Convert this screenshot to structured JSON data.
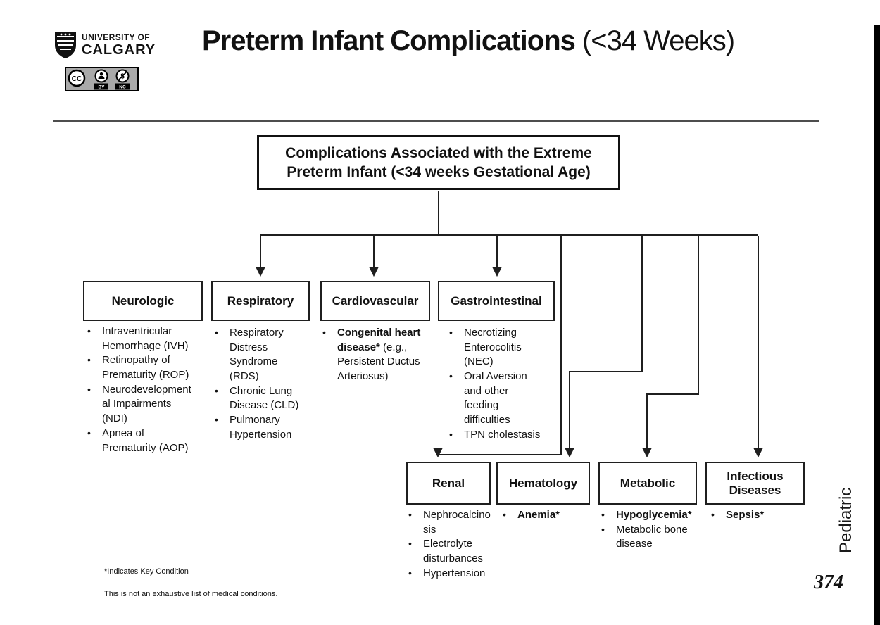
{
  "header": {
    "university": {
      "line1": "UNIVERSITY OF",
      "line2": "CALGARY"
    },
    "license": {
      "cc": "CC",
      "by": "BY",
      "nc": "NC"
    },
    "title": {
      "bold": "Preterm Infant Complications",
      "regular": " (<34 Weeks)"
    }
  },
  "root_box": {
    "label": "Complications Associated with the Extreme Preterm Infant (<34 weeks Gestational Age)"
  },
  "categories": [
    {
      "label": "Neurologic",
      "items": [
        {
          "parts": [
            {
              "text": "Intraventricular Hemorrhage (IVH)",
              "bold": false
            }
          ]
        },
        {
          "parts": [
            {
              "text": "Retinopathy of Prematurity (ROP)",
              "bold": false
            }
          ]
        },
        {
          "parts": [
            {
              "text": "Neurodevelopmental Impairments (NDI)",
              "bold": false
            }
          ]
        },
        {
          "parts": [
            {
              "text": "Apnea of Prematurity (AOP)",
              "bold": false
            }
          ]
        }
      ]
    },
    {
      "label": "Respiratory",
      "items": [
        {
          "parts": [
            {
              "text": "Respiratory Distress Syndrome (RDS)",
              "bold": false
            }
          ]
        },
        {
          "parts": [
            {
              "text": "Chronic Lung Disease (CLD)",
              "bold": false
            }
          ]
        },
        {
          "parts": [
            {
              "text": "Pulmonary Hypertension",
              "bold": false
            }
          ]
        }
      ]
    },
    {
      "label": "Cardiovascular",
      "items": [
        {
          "parts": [
            {
              "text": "Congenital heart disease*",
              "bold": true
            },
            {
              "text": " (e.g., Persistent Ductus Arteriosus)",
              "bold": false
            }
          ]
        }
      ]
    },
    {
      "label": "Gastrointestinal",
      "items": [
        {
          "parts": [
            {
              "text": "Necrotizing Enterocolitis (NEC)",
              "bold": false
            }
          ]
        },
        {
          "parts": [
            {
              "text": "Oral Aversion and other feeding difficulties",
              "bold": false
            }
          ]
        },
        {
          "parts": [
            {
              "text": "TPN cholestasis",
              "bold": false
            }
          ]
        }
      ]
    },
    {
      "label": "Renal",
      "items": [
        {
          "parts": [
            {
              "text": "Nephrocalcinosis",
              "bold": false
            }
          ]
        },
        {
          "parts": [
            {
              "text": "Electrolyte disturbances",
              "bold": false
            }
          ]
        },
        {
          "parts": [
            {
              "text": "Hypertension",
              "bold": false
            }
          ]
        }
      ]
    },
    {
      "label": "Hematology",
      "items": [
        {
          "parts": [
            {
              "text": "Anemia*",
              "bold": true
            }
          ]
        }
      ]
    },
    {
      "label": "Metabolic",
      "items": [
        {
          "parts": [
            {
              "text": "Hypoglycemia*",
              "bold": true
            }
          ]
        },
        {
          "parts": [
            {
              "text": "Metabolic bone disease",
              "bold": false
            }
          ]
        }
      ]
    },
    {
      "label": "Infectious Diseases",
      "items": [
        {
          "parts": [
            {
              "text": "Sepsis*",
              "bold": true
            }
          ]
        }
      ]
    }
  ],
  "footer": {
    "key_note": "*Indicates Key Condition",
    "disclaimer": "This is not an exhaustive list of medical conditions.",
    "page_number": "374",
    "side_label": "Pediatric"
  },
  "colors": {
    "ink": "#1f1f1f",
    "bar": "#000000",
    "badge_grey": "#a9a9a9"
  }
}
